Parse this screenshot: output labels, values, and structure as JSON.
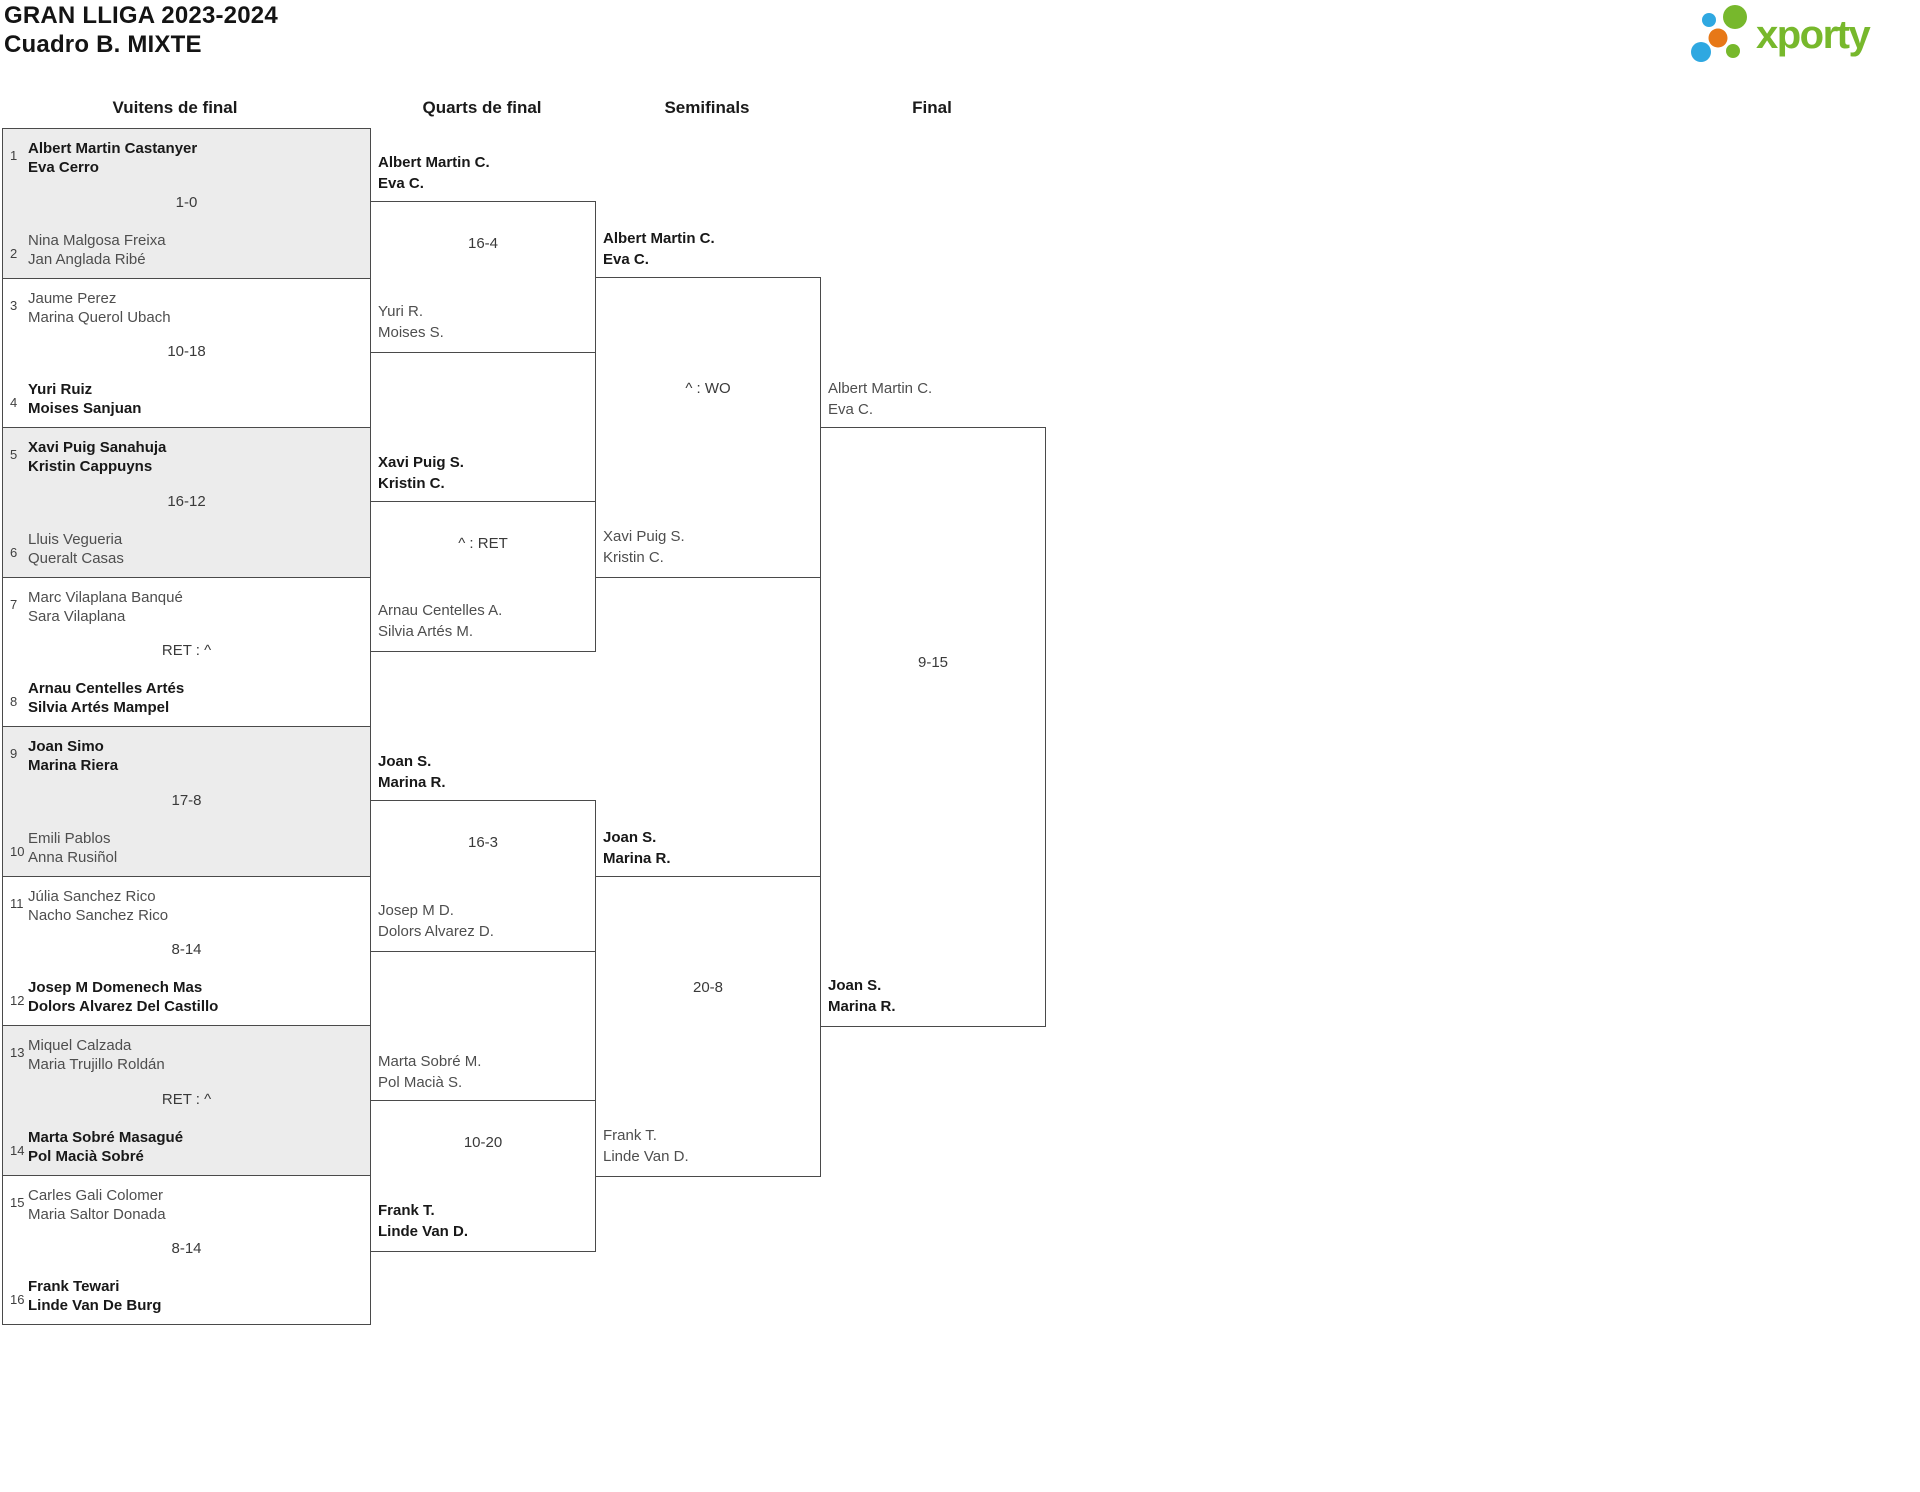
{
  "page": {
    "title": "GRAN LLIGA 2023-2024",
    "subtitle": "Cuadro B. MIXTE"
  },
  "logo": {
    "text": "xporty",
    "green": "#77b82c",
    "blue": "#2fa8e1",
    "orange": "#e77817"
  },
  "columns": [
    {
      "label": "Vuitens de final"
    },
    {
      "label": "Quarts de final"
    },
    {
      "label": "Semifinals"
    },
    {
      "label": "Final"
    }
  ],
  "round16": [
    {
      "shaded": true,
      "seed_top": "1",
      "top": {
        "p1": "Albert Martin Castanyer",
        "p2": "Eva Cerro",
        "winner": true
      },
      "score": "1-0",
      "seed_bottom": "2",
      "bottom": {
        "p1": "Nina Malgosa Freixa",
        "p2": "Jan Anglada Ribé",
        "winner": false
      }
    },
    {
      "shaded": false,
      "seed_top": "3",
      "top": {
        "p1": "Jaume Perez",
        "p2": "Marina Querol Ubach",
        "winner": false
      },
      "score": "10-18",
      "seed_bottom": "4",
      "bottom": {
        "p1": "Yuri Ruiz",
        "p2": "Moises Sanjuan",
        "winner": true
      }
    },
    {
      "shaded": true,
      "seed_top": "5",
      "top": {
        "p1": "Xavi Puig Sanahuja",
        "p2": "Kristin Cappuyns",
        "winner": true
      },
      "score": "16-12",
      "seed_bottom": "6",
      "bottom": {
        "p1": "Lluis Vegueria",
        "p2": "Queralt Casas",
        "winner": false
      }
    },
    {
      "shaded": false,
      "seed_top": "7",
      "top": {
        "p1": "Marc Vilaplana Banqué",
        "p2": "Sara Vilaplana",
        "winner": false
      },
      "score": "RET : ^",
      "seed_bottom": "8",
      "bottom": {
        "p1": "Arnau Centelles Artés",
        "p2": "Silvia Artés Mampel",
        "winner": true
      }
    },
    {
      "shaded": true,
      "seed_top": "9",
      "top": {
        "p1": "Joan Simo",
        "p2": "Marina Riera",
        "winner": true
      },
      "score": "17-8",
      "seed_bottom": "10",
      "bottom": {
        "p1": "Emili Pablos",
        "p2": "Anna Rusiñol",
        "winner": false
      }
    },
    {
      "shaded": false,
      "seed_top": "11",
      "top": {
        "p1": "Júlia Sanchez Rico",
        "p2": "Nacho Sanchez Rico",
        "winner": false
      },
      "score": "8-14",
      "seed_bottom": "12",
      "bottom": {
        "p1": "Josep M Domenech Mas",
        "p2": "Dolors Alvarez Del Castillo",
        "winner": true
      }
    },
    {
      "shaded": true,
      "seed_top": "13",
      "top": {
        "p1": "Miquel Calzada",
        "p2": "Maria Trujillo Roldán",
        "winner": false
      },
      "score": "RET : ^",
      "seed_bottom": "14",
      "bottom": {
        "p1": "Marta Sobré Masagué",
        "p2": "Pol Macià Sobré",
        "winner": true
      }
    },
    {
      "shaded": false,
      "seed_top": "15",
      "top": {
        "p1": "Carles Gali Colomer",
        "p2": "Maria Saltor Donada",
        "winner": false
      },
      "score": "8-14",
      "seed_bottom": "16",
      "bottom": {
        "p1": "Frank Tewari",
        "p2": "Linde Van De Burg",
        "winner": true
      }
    }
  ],
  "quarterfinals": [
    {
      "top": {
        "p1": "Albert Martin C.",
        "p2": "Eva C.",
        "winner": true
      },
      "score": "16-4",
      "bottom": {
        "p1": "Yuri R.",
        "p2": "Moises S.",
        "winner": false
      }
    },
    {
      "top": {
        "p1": "Xavi Puig S.",
        "p2": "Kristin C.",
        "winner": true
      },
      "score": "^ : RET",
      "bottom": {
        "p1": "Arnau Centelles A.",
        "p2": "Silvia Artés M.",
        "winner": false
      }
    },
    {
      "top": {
        "p1": "Joan S.",
        "p2": "Marina R.",
        "winner": true
      },
      "score": "16-3",
      "bottom": {
        "p1": "Josep M D.",
        "p2": "Dolors Alvarez D.",
        "winner": false
      }
    },
    {
      "top": {
        "p1": "Marta Sobré M.",
        "p2": "Pol Macià S.",
        "winner": false
      },
      "score": "10-20",
      "bottom": {
        "p1": "Frank T.",
        "p2": "Linde Van D.",
        "winner": true
      }
    }
  ],
  "semifinals": [
    {
      "top": {
        "p1": "Albert Martin C.",
        "p2": "Eva C.",
        "winner": true
      },
      "score": "^ : WO",
      "bottom": {
        "p1": "Xavi Puig S.",
        "p2": "Kristin C.",
        "winner": false
      }
    },
    {
      "top": {
        "p1": "Joan S.",
        "p2": "Marina R.",
        "winner": true
      },
      "score": "20-8",
      "bottom": {
        "p1": "Frank T.",
        "p2": "Linde Van D.",
        "winner": false
      }
    }
  ],
  "final": {
    "top": {
      "p1": "Albert Martin C.",
      "p2": "Eva C.",
      "winner": false
    },
    "score": "9-15",
    "bottom": {
      "p1": "Joan S.",
      "p2": "Marina R.",
      "winner": true
    }
  }
}
